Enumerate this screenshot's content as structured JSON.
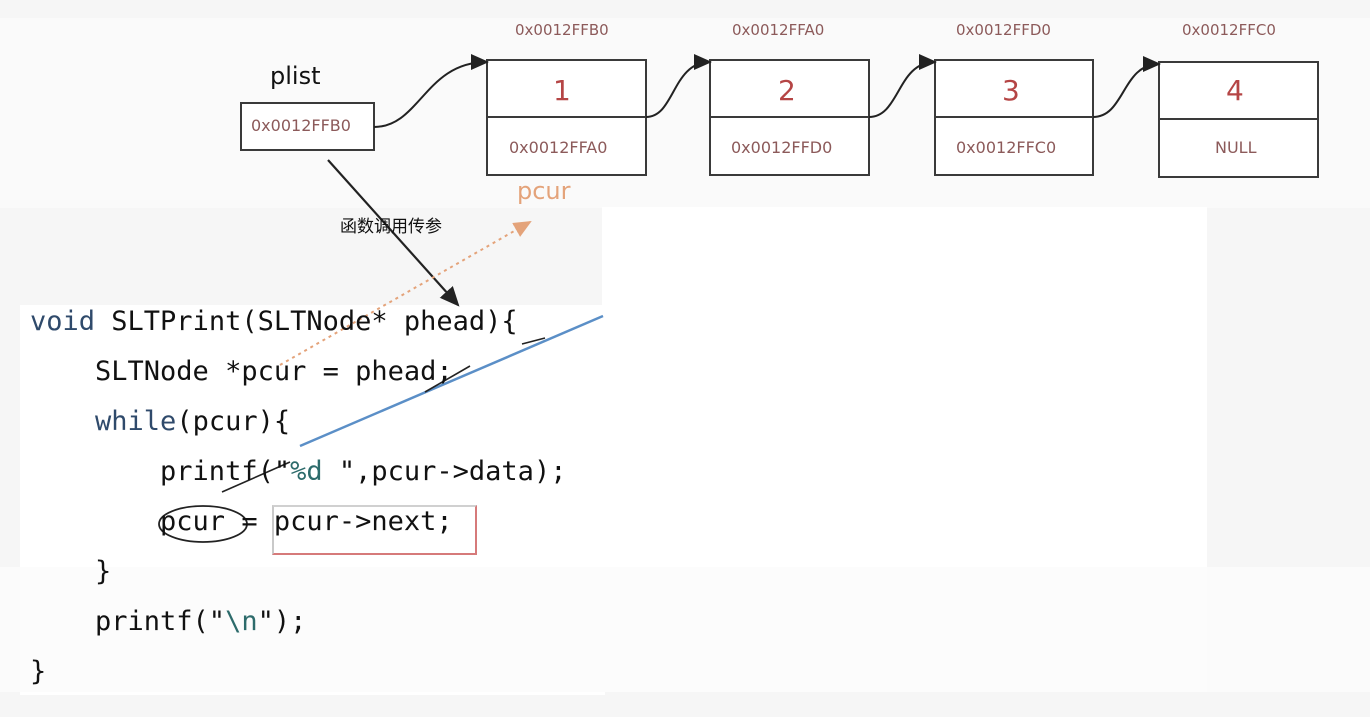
{
  "ptr_label": "plist",
  "ptr_value": "0x0012FFB0",
  "call_note": "函数调用传参",
  "pcur_label": "pcur",
  "nodes": [
    {
      "address": "0x0012FFB0",
      "data": "1",
      "next": "0x0012FFA0"
    },
    {
      "address": "0x0012FFA0",
      "data": "2",
      "next": "0x0012FFD0"
    },
    {
      "address": "0x0012FFD0",
      "data": "3",
      "next": "0x0012FFC0"
    },
    {
      "address": "0x0012FFC0",
      "data": "4",
      "next": "NULL"
    }
  ],
  "code": {
    "l1_a": "void",
    "l1_b": " SLTPrint(SLTNode* phead){",
    "l2": "    SLTNode *pcur = phead;",
    "l3_a": "    ",
    "l3_b": "while",
    "l3_c": "(pcur){",
    "l4_a": "        printf(\"",
    "l4_b": "%d ",
    "l4_c": "\",pcur->data);",
    "l5_a": "        pcur",
    "l5_b": " = ",
    "l5_c": "pcur->next;",
    "l6": "    }",
    "l7_a": "    printf(\"",
    "l7_b": "\\n",
    "l7_c": "\");",
    "l8": "}"
  },
  "colors": {
    "box_stroke": "#3a3a3a",
    "address_text": "#8c5a5a",
    "value_text": "#b54545",
    "pcur_text": "#e4a37a",
    "blue_line": "#5b8fc7"
  }
}
